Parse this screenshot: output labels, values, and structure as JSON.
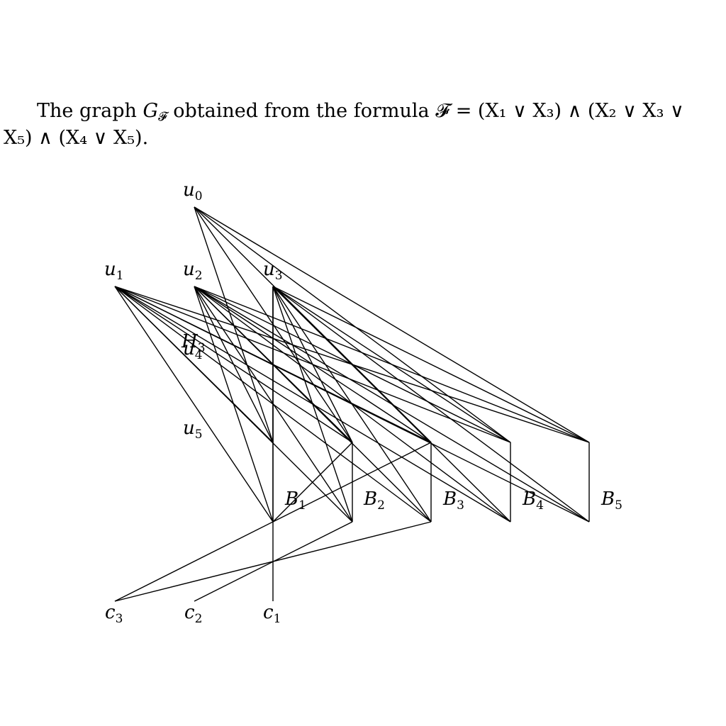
{
  "caption": {
    "line1_text": "The graph",
    "graph_symbol": "G",
    "graph_subscript": "𝓕",
    "line1_rest": "obtained from the formula 𝓕 = (X₁ ∨ X₃) ∧ (X₂ ∨ X₃ ∨",
    "line2": "X₅) ∧ (X₄ ∨ X₅)."
  },
  "nodes": {
    "u0": {
      "name": "u",
      "sub": "0"
    },
    "u1": {
      "name": "u",
      "sub": "1"
    },
    "u2": {
      "name": "u",
      "sub": "2"
    },
    "u3": {
      "name": "u",
      "sub": "3"
    },
    "u4": {
      "name": "u",
      "sub": "4"
    },
    "u5": {
      "name": "u",
      "sub": "5"
    },
    "H3": {
      "name": "H",
      "sub": "3"
    },
    "B1": {
      "name": "B",
      "sub": "1"
    },
    "B2": {
      "name": "B",
      "sub": "2"
    },
    "B3": {
      "name": "B",
      "sub": "3"
    },
    "B4": {
      "name": "B",
      "sub": "4"
    },
    "B5": {
      "name": "B",
      "sub": "5"
    },
    "c1": {
      "name": "c",
      "sub": "1"
    },
    "c2": {
      "name": "c",
      "sub": "2"
    },
    "c3": {
      "name": "c",
      "sub": "3"
    }
  }
}
